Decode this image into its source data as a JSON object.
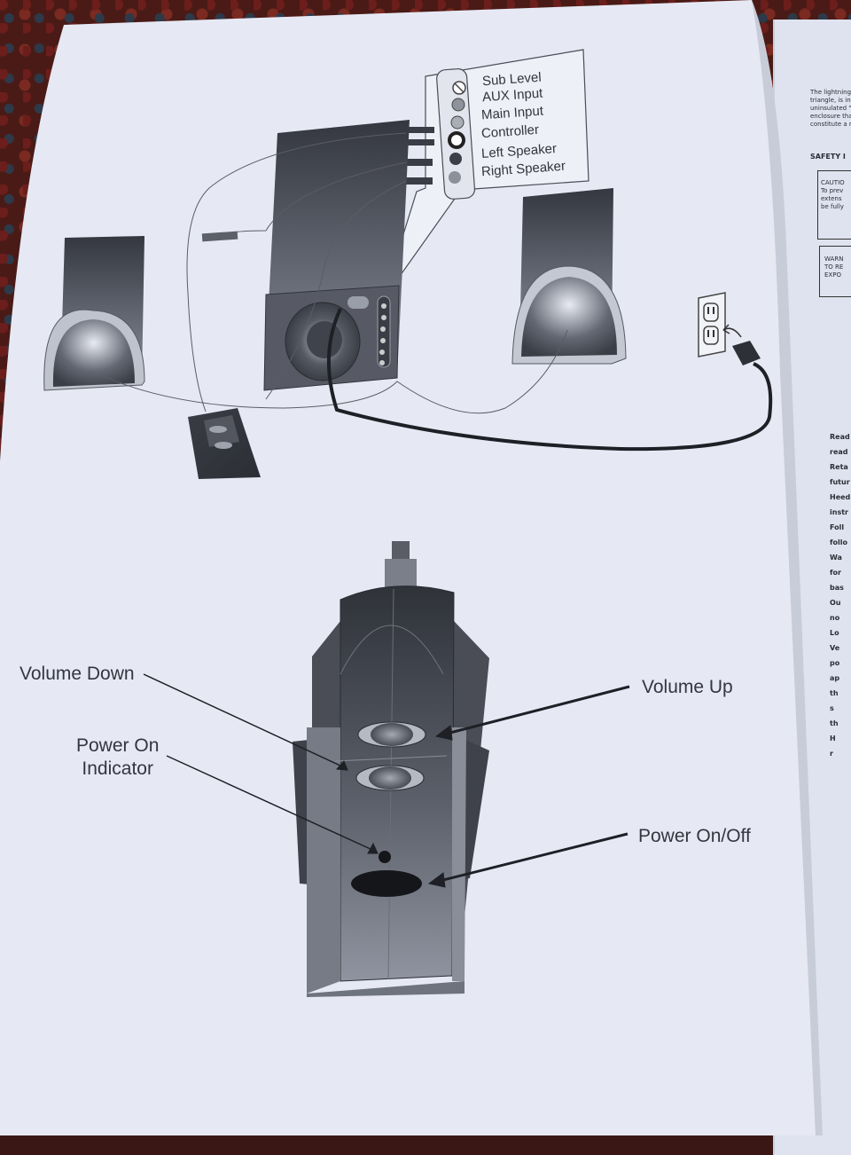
{
  "connector_legend": {
    "items": [
      "Sub Level",
      "AUX Input",
      "Main Input",
      "Controller",
      "Left Speaker",
      "Right Speaker"
    ]
  },
  "remote_callouts": {
    "volume_down": "Volume Down",
    "power_on_indicator": "Power On\nIndicator",
    "volume_up": "Volume Up",
    "power_on_off": "Power On/Off"
  },
  "adjacent_page": {
    "para": "The lightning f\ntriangle, is inte\nuninsulated \"d\nenclosure that\nconstitute a ri",
    "safety_heading": "SAFETY I",
    "caution_box": "CAUTIO\nTo prev\nextens\nbe fully",
    "warning_box": "WARN\nTO RE\nEXPO",
    "instructions": "Read\nread\nReta\nfutur\nHeed\ninstr\nFoll\nfollo\nWa\nfor\nbas\nOu\nno\nLo\nVe\npo\nap\nth\ns\nth\nH\nr"
  },
  "colors": {
    "paper": "#e6e9f4",
    "ink": "#33363f",
    "device_dark": "#3c3f48",
    "device_light": "#d4d8e4"
  }
}
